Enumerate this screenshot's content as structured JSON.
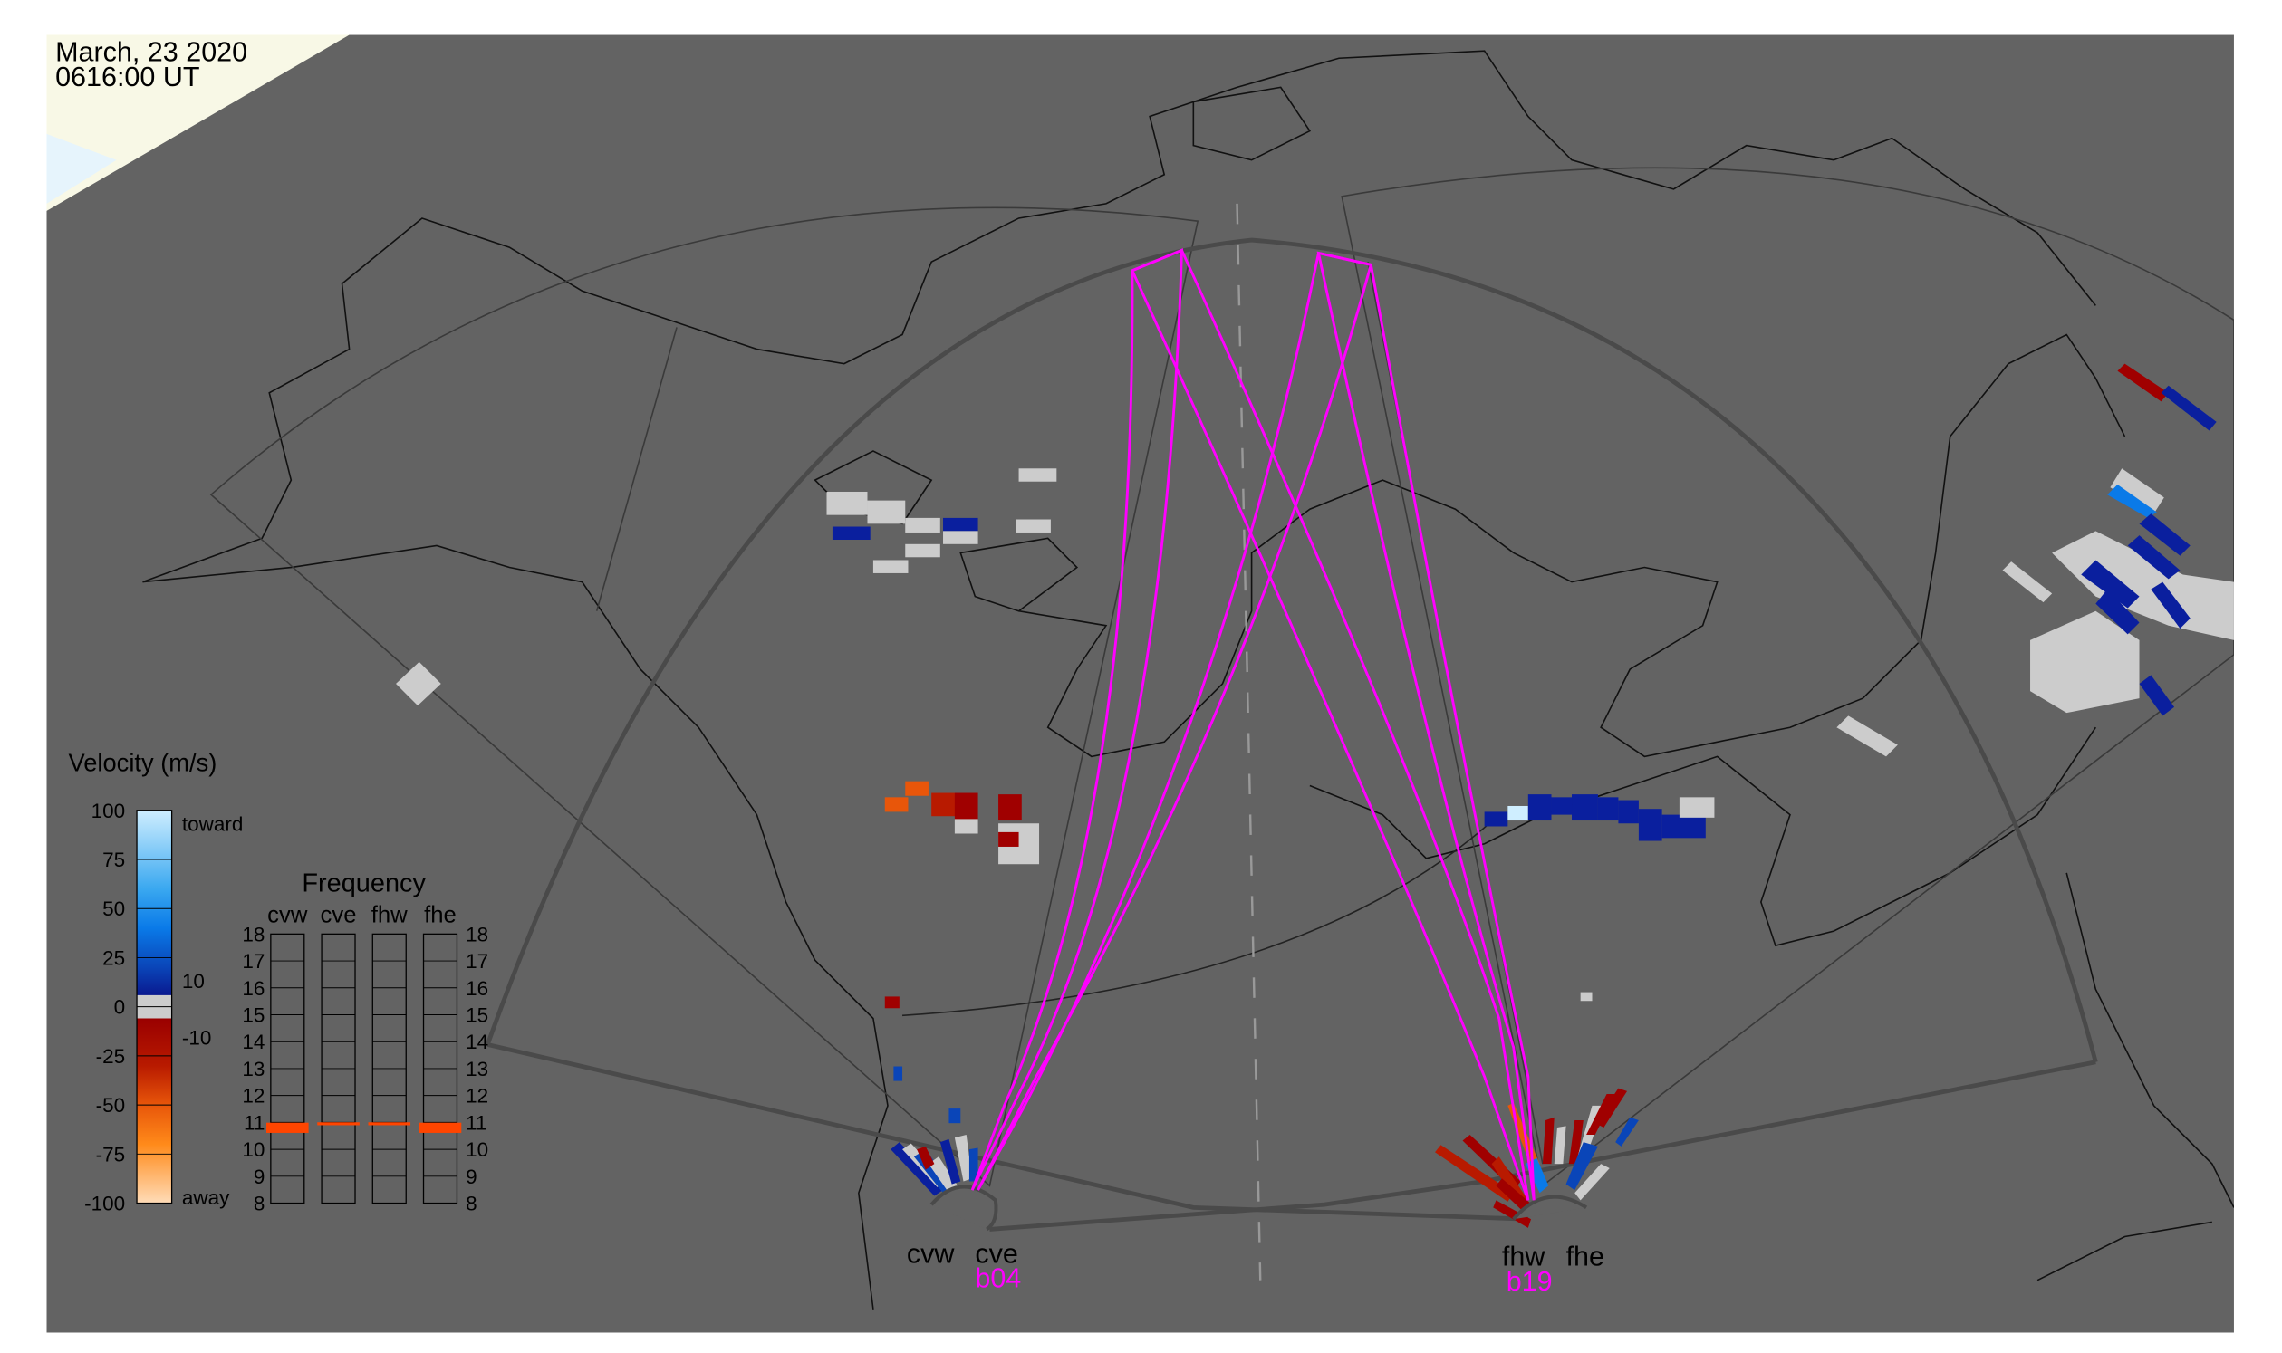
{
  "header": {
    "date": "March, 23 2020",
    "time": "0616:00 UT"
  },
  "colorbar": {
    "title": "Velocity (m/s)",
    "ticks": [
      "100",
      "75",
      "50",
      "25",
      "0",
      "-25",
      "-50",
      "-75",
      "-100"
    ],
    "label_top": "toward",
    "label_bottom": "away",
    "threshold_pos": "10",
    "threshold_neg": "-10"
  },
  "frequency_panel": {
    "title": "Frequency",
    "columns": [
      "cvw",
      "cve",
      "fhw",
      "fhe"
    ],
    "ticks": [
      "18",
      "17",
      "16",
      "15",
      "14",
      "13",
      "12",
      "11",
      "10",
      "9",
      "8"
    ],
    "range_mhz": [
      8,
      18
    ],
    "values_mhz": {
      "cvw": 10.8,
      "cve": 10.95,
      "fhw": 10.95,
      "fhe": 10.8
    },
    "marker_color": "#ff4500"
  },
  "radars": {
    "cv_labels": [
      "cvw",
      "cve"
    ],
    "fh_labels": [
      "fhw",
      "fhe"
    ],
    "cv_beam": "b04",
    "fh_beam": "b19",
    "beam_color": "#ff00ff"
  },
  "colors": {
    "map_bg": "#636363",
    "toward": "#0a1f9e",
    "away": "#a00000",
    "ground": "#cccccc"
  }
}
